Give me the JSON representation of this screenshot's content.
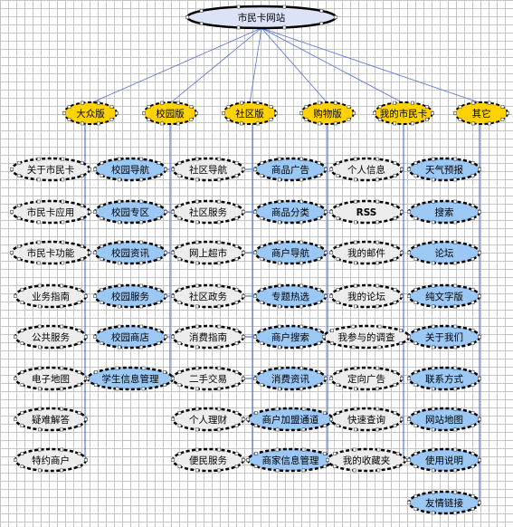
{
  "colors": {
    "root_fill": "#dde3f7",
    "category_fill": "#ffd200",
    "blue_fill": "#9cc8f5",
    "gray_fill": "#ededed",
    "connector": "#5470d6",
    "tree_line": "#3a5fcf",
    "outline": "#000000"
  },
  "root": {
    "label": "市民卡网站"
  },
  "categories": [
    {
      "label": "大众版",
      "items": [
        {
          "label": "关于市民卡",
          "style": "gray"
        },
        {
          "label": "市民卡应用",
          "style": "gray"
        },
        {
          "label": "市民卡功能",
          "style": "gray"
        },
        {
          "label": "业务指南",
          "style": "gray"
        },
        {
          "label": "公共服务",
          "style": "gray"
        },
        {
          "label": "电子地图",
          "style": "gray"
        },
        {
          "label": "疑难解答",
          "style": "gray"
        },
        {
          "label": "特约商户",
          "style": "gray"
        }
      ]
    },
    {
      "label": "校园版",
      "items": [
        {
          "label": "校园导航",
          "style": "blue"
        },
        {
          "label": "校园专区",
          "style": "blue"
        },
        {
          "label": "校园资讯",
          "style": "blue"
        },
        {
          "label": "校园服务",
          "style": "blue"
        },
        {
          "label": "校园商店",
          "style": "blue"
        },
        {
          "label": "学生信息管理",
          "style": "blue"
        }
      ]
    },
    {
      "label": "社区版",
      "items": [
        {
          "label": "社区导航",
          "style": "gray"
        },
        {
          "label": "社区服务",
          "style": "gray"
        },
        {
          "label": "网上超市",
          "style": "gray"
        },
        {
          "label": "社区政务",
          "style": "gray"
        },
        {
          "label": "消费指南",
          "style": "gray"
        },
        {
          "label": "二手交易",
          "style": "gray"
        },
        {
          "label": "个人理财",
          "style": "gray"
        },
        {
          "label": "便民服务",
          "style": "gray"
        }
      ]
    },
    {
      "label": "购物版",
      "items": [
        {
          "label": "商品广告",
          "style": "blue"
        },
        {
          "label": "商品分类",
          "style": "blue"
        },
        {
          "label": "商户导航",
          "style": "blue"
        },
        {
          "label": "专题热选",
          "style": "blue"
        },
        {
          "label": "商户搜索",
          "style": "blue"
        },
        {
          "label": "消费资讯",
          "style": "blue"
        },
        {
          "label": "商户加盟通道",
          "style": "blue"
        },
        {
          "label": "商家信息管理",
          "style": "blue"
        }
      ]
    },
    {
      "label": "我的市民卡",
      "items": [
        {
          "label": "个人信息",
          "style": "gray"
        },
        {
          "label": "RSS",
          "style": "gray"
        },
        {
          "label": "我的邮件",
          "style": "gray"
        },
        {
          "label": "我的论坛",
          "style": "gray"
        },
        {
          "label": "我参与的调查",
          "style": "gray"
        },
        {
          "label": "定向广告",
          "style": "gray"
        },
        {
          "label": "快速查询",
          "style": "gray"
        },
        {
          "label": "我的收藏夹",
          "style": "gray"
        }
      ]
    },
    {
      "label": "其它",
      "items": [
        {
          "label": "天气预报",
          "style": "blue"
        },
        {
          "label": "搜索",
          "style": "blue"
        },
        {
          "label": "论坛",
          "style": "blue"
        },
        {
          "label": "纯文字版",
          "style": "blue"
        },
        {
          "label": "关于我们",
          "style": "blue"
        },
        {
          "label": "联系方式",
          "style": "blue"
        },
        {
          "label": "网站地图",
          "style": "blue"
        },
        {
          "label": "使用说明",
          "style": "blue"
        },
        {
          "label": "友情链接",
          "style": "blue"
        }
      ]
    }
  ]
}
